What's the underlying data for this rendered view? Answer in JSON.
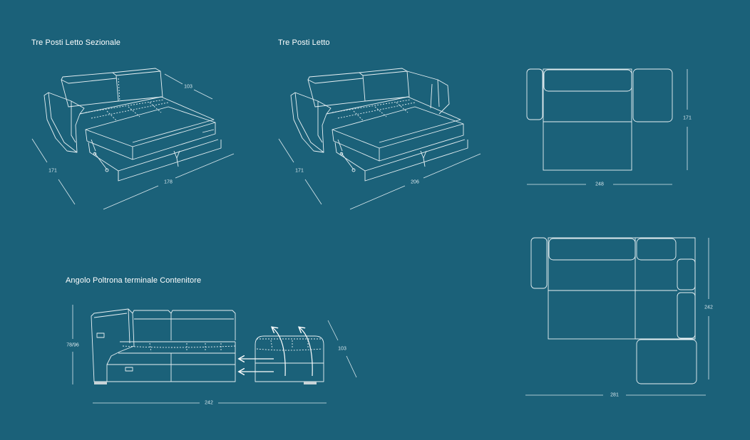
{
  "titles": {
    "sectional": "Tre Posti Letto Sezionale",
    "standard": "Tre Posti Letto",
    "armchair": "Angolo Poltrona terminale Contenitore"
  },
  "dimensions": {
    "sectional": {
      "depth": "103",
      "side": "171",
      "width": "178"
    },
    "standard": {
      "side": "171",
      "width": "206"
    },
    "plan_top": {
      "height": "171",
      "width": "248"
    },
    "plan_bottom": {
      "height": "242",
      "width": "281"
    },
    "armchair": {
      "height": "78/96",
      "depth": "103",
      "width": "242"
    }
  },
  "colors": {
    "background": "#1b6179",
    "line": "#e8f1f4"
  }
}
